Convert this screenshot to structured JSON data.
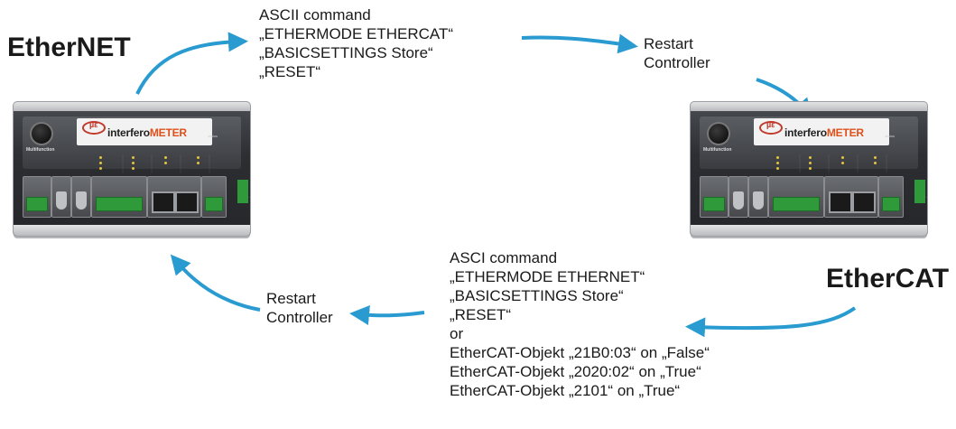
{
  "labels": {
    "ethernet": "EtherNET",
    "ethercat": "EtherCAT"
  },
  "top_command": {
    "lines": [
      "ASCII command",
      "„ETHERMODE ETHERCAT“",
      "„BASICSETTINGS Store“",
      "„RESET“"
    ]
  },
  "top_restart": {
    "lines": [
      "Restart",
      "Controller"
    ]
  },
  "bottom_command": {
    "lines": [
      "ASCI command",
      "„ETHERMODE ETHERNET“",
      "„BASICSETTINGS Store“",
      "„RESET“",
      "or",
      "EtherCAT-Objekt „21B0:03“ on „False“",
      "EtherCAT-Objekt „2020:02“ on „True“",
      "EtherCAT-Objekt „2101“ on „True“"
    ]
  },
  "bottom_restart": {
    "lines": [
      "Restart",
      "Controller"
    ]
  },
  "device": {
    "brand_prefix": "interfero",
    "brand_suffix": "METER",
    "logo": "µε",
    "multifunction": "Multifunction",
    "status": "status"
  },
  "colors": {
    "arrow": "#2a9bd0",
    "brand_accent": "#e0501a",
    "logo": "#c0392b"
  }
}
